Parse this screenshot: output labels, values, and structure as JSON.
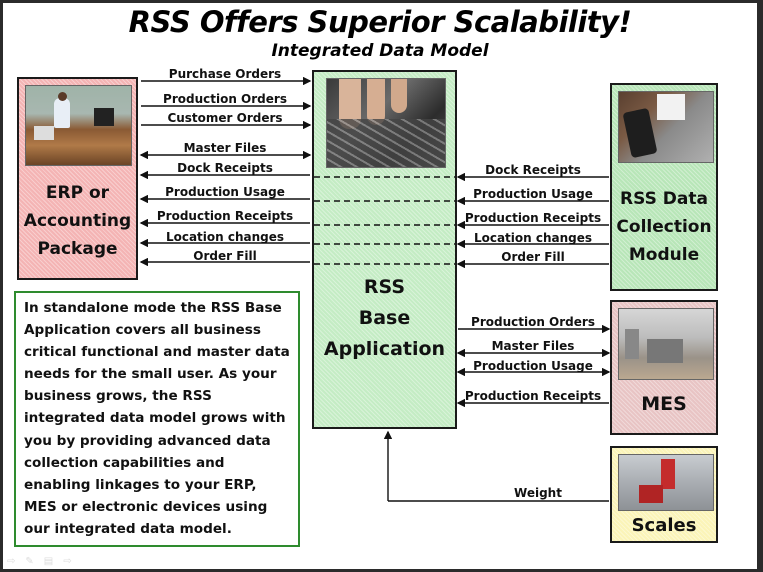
{
  "title": "RSS Offers Superior Scalability!",
  "subtitle": "Integrated Data Model",
  "boxes": {
    "erp": {
      "lines": [
        "ERP or",
        "Accounting",
        "Package"
      ],
      "photo": "office-worker-at-desk-photo",
      "color": "#f4b4b4"
    },
    "base": {
      "lines": [
        "RSS",
        "Base",
        "Application"
      ],
      "photo": "hands-on-keyboard-photo",
      "color": "#c4ecc4"
    },
    "data_collection": {
      "lines": [
        "RSS Data",
        "Collection",
        "Module"
      ],
      "photo": "handheld-scanner-photo",
      "color": "#b8e6b8"
    },
    "mes": {
      "lines": [
        "MES"
      ],
      "photo": "factory-floor-photo",
      "color": "#e8c4c4"
    },
    "scales": {
      "lines": [
        "Scales"
      ],
      "photo": "industrial-scales-photo",
      "color": "#fbf4b8"
    }
  },
  "flows": {
    "erp_to_base": [
      {
        "label": "Purchase Orders",
        "direction": "to-base"
      },
      {
        "label": "Production Orders",
        "direction": "to-base"
      },
      {
        "label": "Customer Orders",
        "direction": "to-base"
      },
      {
        "label": "Master Files",
        "direction": "both"
      },
      {
        "label": "Dock Receipts",
        "direction": "to-erp"
      },
      {
        "label": "Production Usage",
        "direction": "to-erp"
      },
      {
        "label": "Production Receipts",
        "direction": "to-erp"
      },
      {
        "label": "Location changes",
        "direction": "to-erp"
      },
      {
        "label": "Order Fill",
        "direction": "to-erp"
      }
    ],
    "dcm_to_base": [
      {
        "label": "Dock Receipts",
        "direction": "to-base"
      },
      {
        "label": "Production Usage",
        "direction": "to-base"
      },
      {
        "label": "Production Receipts",
        "direction": "to-base"
      },
      {
        "label": "Location changes",
        "direction": "to-base"
      },
      {
        "label": "Order Fill",
        "direction": "to-base"
      }
    ],
    "mes_to_base": [
      {
        "label": "Production Orders",
        "direction": "to-mes"
      },
      {
        "label": "Master Files",
        "direction": "both"
      },
      {
        "label": "Production Usage",
        "direction": "both"
      },
      {
        "label": "Production Receipts",
        "direction": "to-base"
      }
    ],
    "scales_to_base": [
      {
        "label": "Weight",
        "direction": "to-base"
      }
    ]
  },
  "description": "In standalone mode the RSS Base Application covers all business critical functional and master data needs for the small user.  As your business grows, the RSS integrated data model grows with you by providing advanced data collection capabilities and enabling linkages to your ERP, MES or electronic devices using our integrated data model.",
  "description_border_color": "#2e8b2e",
  "footer_icons": [
    "previous-slide-icon",
    "pen-icon",
    "slide-menu-icon",
    "next-slide-icon"
  ]
}
